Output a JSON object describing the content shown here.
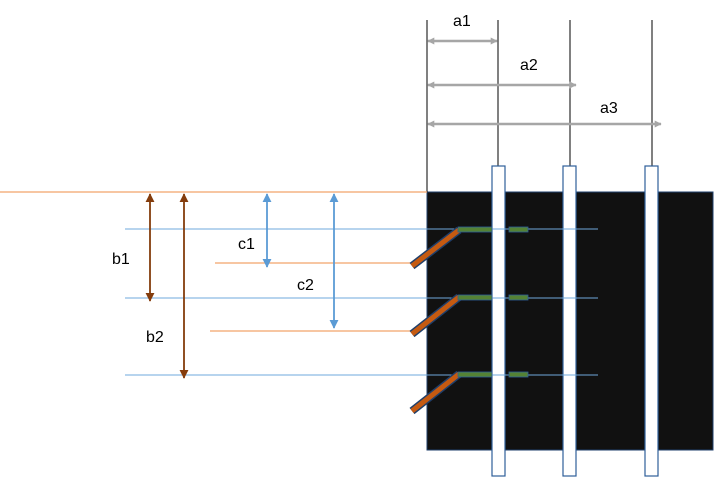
{
  "labels": {
    "a1": "a1",
    "a2": "a2",
    "a3": "a3",
    "b1": "b1",
    "b2": "b2",
    "c1": "c1",
    "c2": "c2"
  },
  "colors": {
    "block": "#111111",
    "block_edge": "#1f3f6b",
    "slot_edge": "#2e5f9a",
    "thin_line": "#000000",
    "surface_line": "#f2a46a",
    "blue_line": "#6fa8dc",
    "orange_line": "#f2a46a",
    "dim_gray": "#a6a6a6",
    "dim_brown": "#843c0c",
    "dim_blue": "#5b9bd5",
    "arm_brown": "#c55a11",
    "arm_edge": "#1f3f6b",
    "bar_green": "#548235"
  }
}
